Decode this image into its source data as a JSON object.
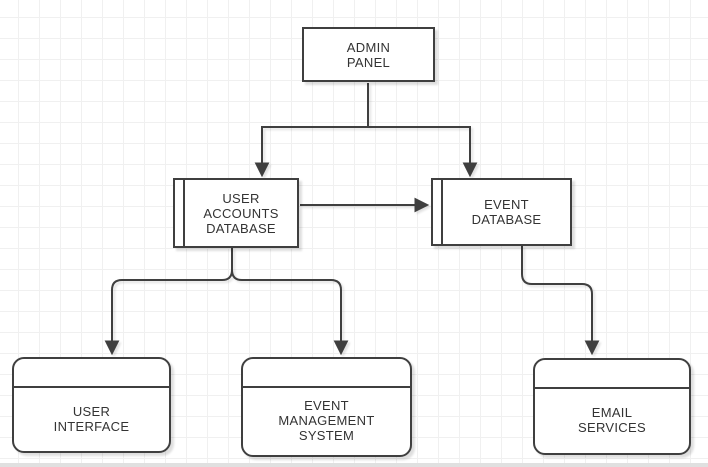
{
  "diagram": {
    "colors": {
      "stroke": "#3f3f3f",
      "node_fill": "#ffffff",
      "text": "#333333",
      "grid_line": "#f0f0f0",
      "canvas": "#ffffff"
    },
    "nodes": [
      {
        "id": "admin-panel",
        "shape": "rectangle",
        "lines": [
          "ADMIN",
          "PANEL"
        ]
      },
      {
        "id": "user-accounts-database",
        "shape": "process",
        "lines": [
          "USER",
          "ACCOUNTS",
          "DATABASE"
        ]
      },
      {
        "id": "event-database",
        "shape": "process",
        "lines": [
          "EVENT",
          "DATABASE"
        ]
      },
      {
        "id": "user-interface",
        "shape": "card",
        "lines": [
          "USER",
          "INTERFACE"
        ]
      },
      {
        "id": "event-management-system",
        "shape": "card",
        "lines": [
          "EVENT",
          "MANAGEMENT",
          "SYSTEM"
        ]
      },
      {
        "id": "email-services",
        "shape": "card",
        "lines": [
          "EMAIL",
          "SERVICES"
        ]
      }
    ],
    "edges": [
      {
        "from": "admin-panel",
        "to": "user-accounts-database",
        "arrow": true
      },
      {
        "from": "admin-panel",
        "to": "event-database",
        "arrow": true
      },
      {
        "from": "user-accounts-database",
        "to": "event-database",
        "arrow": true
      },
      {
        "from": "user-accounts-database",
        "to": "user-interface",
        "arrow": true
      },
      {
        "from": "user-accounts-database",
        "to": "event-management-system",
        "arrow": true
      },
      {
        "from": "event-database",
        "to": "email-services",
        "arrow": true
      }
    ]
  }
}
